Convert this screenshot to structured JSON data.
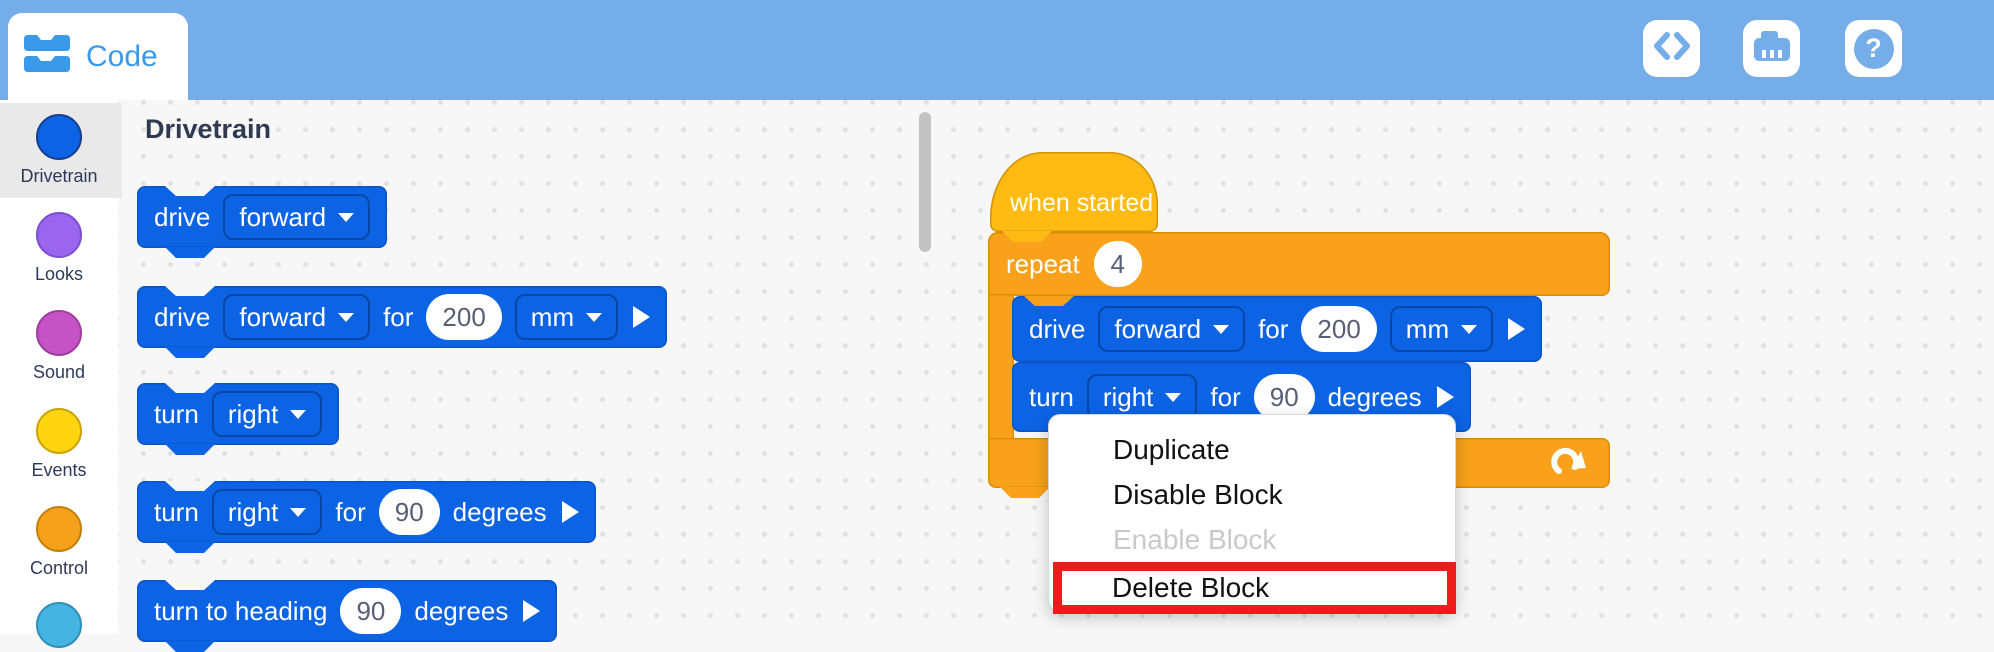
{
  "header": {
    "tab_label": "Code",
    "buttons": [
      {
        "name": "code-view",
        "icon": "code-brackets-icon"
      },
      {
        "name": "device",
        "icon": "brain-icon"
      },
      {
        "name": "help",
        "icon": "question-mark-icon",
        "glyph": "?"
      }
    ]
  },
  "sidebar": {
    "categories": [
      {
        "label": "Drivetrain",
        "color": "#0C63E4",
        "border": "#173E8F",
        "selected": true
      },
      {
        "label": "Looks",
        "color": "#9A66F0",
        "border": "#7A4FD0",
        "selected": false
      },
      {
        "label": "Sound",
        "color": "#C653C6",
        "border": "#9E3D9E",
        "selected": false
      },
      {
        "label": "Events",
        "color": "#FFD411",
        "border": "#CCA300",
        "selected": false
      },
      {
        "label": "Control",
        "color": "#F5A11C",
        "border": "#C47F08",
        "selected": false
      },
      {
        "label": "",
        "color": "#45B4E0",
        "border": "#2E8FB8",
        "selected": false
      }
    ]
  },
  "palette": {
    "heading": "Drivetrain",
    "blocks": [
      {
        "name": "drive",
        "segments": [
          [
            "text",
            "drive"
          ],
          [
            "dropdown",
            "forward"
          ]
        ]
      },
      {
        "name": "drive-for",
        "segments": [
          [
            "text",
            "drive"
          ],
          [
            "dropdown",
            "forward"
          ],
          [
            "text",
            "for"
          ],
          [
            "input",
            "200"
          ],
          [
            "dropdown",
            "mm"
          ],
          [
            "play",
            ""
          ]
        ]
      },
      {
        "name": "turn",
        "segments": [
          [
            "text",
            "turn"
          ],
          [
            "dropdown",
            "right"
          ]
        ]
      },
      {
        "name": "turn-for",
        "segments": [
          [
            "text",
            "turn"
          ],
          [
            "dropdown",
            "right"
          ],
          [
            "text",
            "for"
          ],
          [
            "input",
            "90"
          ],
          [
            "text",
            "degrees"
          ],
          [
            "play",
            ""
          ]
        ]
      },
      {
        "name": "turn-to-heading",
        "segments": [
          [
            "text",
            "turn to heading"
          ],
          [
            "input",
            "90"
          ],
          [
            "text",
            "degrees"
          ],
          [
            "play",
            ""
          ]
        ]
      }
    ]
  },
  "workspace": {
    "hat_label": "when started",
    "repeat": {
      "label": "repeat",
      "count": "4"
    },
    "blocks": [
      {
        "name": "drive-for",
        "segments": [
          [
            "text",
            "drive"
          ],
          [
            "dropdown",
            "forward"
          ],
          [
            "text",
            "for"
          ],
          [
            "input",
            "200"
          ],
          [
            "dropdown",
            "mm"
          ],
          [
            "play",
            ""
          ]
        ]
      },
      {
        "name": "turn-for",
        "segments": [
          [
            "text",
            "turn"
          ],
          [
            "dropdown",
            "right"
          ],
          [
            "text",
            "for"
          ],
          [
            "input",
            "90"
          ],
          [
            "text",
            "degrees"
          ],
          [
            "play",
            ""
          ]
        ]
      }
    ]
  },
  "context_menu": {
    "items": [
      {
        "label": "Duplicate",
        "state": "normal"
      },
      {
        "label": "Disable Block",
        "state": "normal"
      },
      {
        "label": "Enable Block",
        "state": "disabled"
      },
      {
        "label": "Delete Block",
        "state": "highlighted"
      }
    ]
  },
  "colors": {
    "header_blue": "#74ADE8",
    "accent_blue": "#3A99E8",
    "block_blue": "#0C63E4",
    "hat_gold": "#FFBB13",
    "repeat_orange": "#F9A11B",
    "highlight_red": "#EA1C1C",
    "canvas_bg": "#F7F7F7",
    "value_text": "#575E75",
    "label_dark": "#2E3A59"
  }
}
